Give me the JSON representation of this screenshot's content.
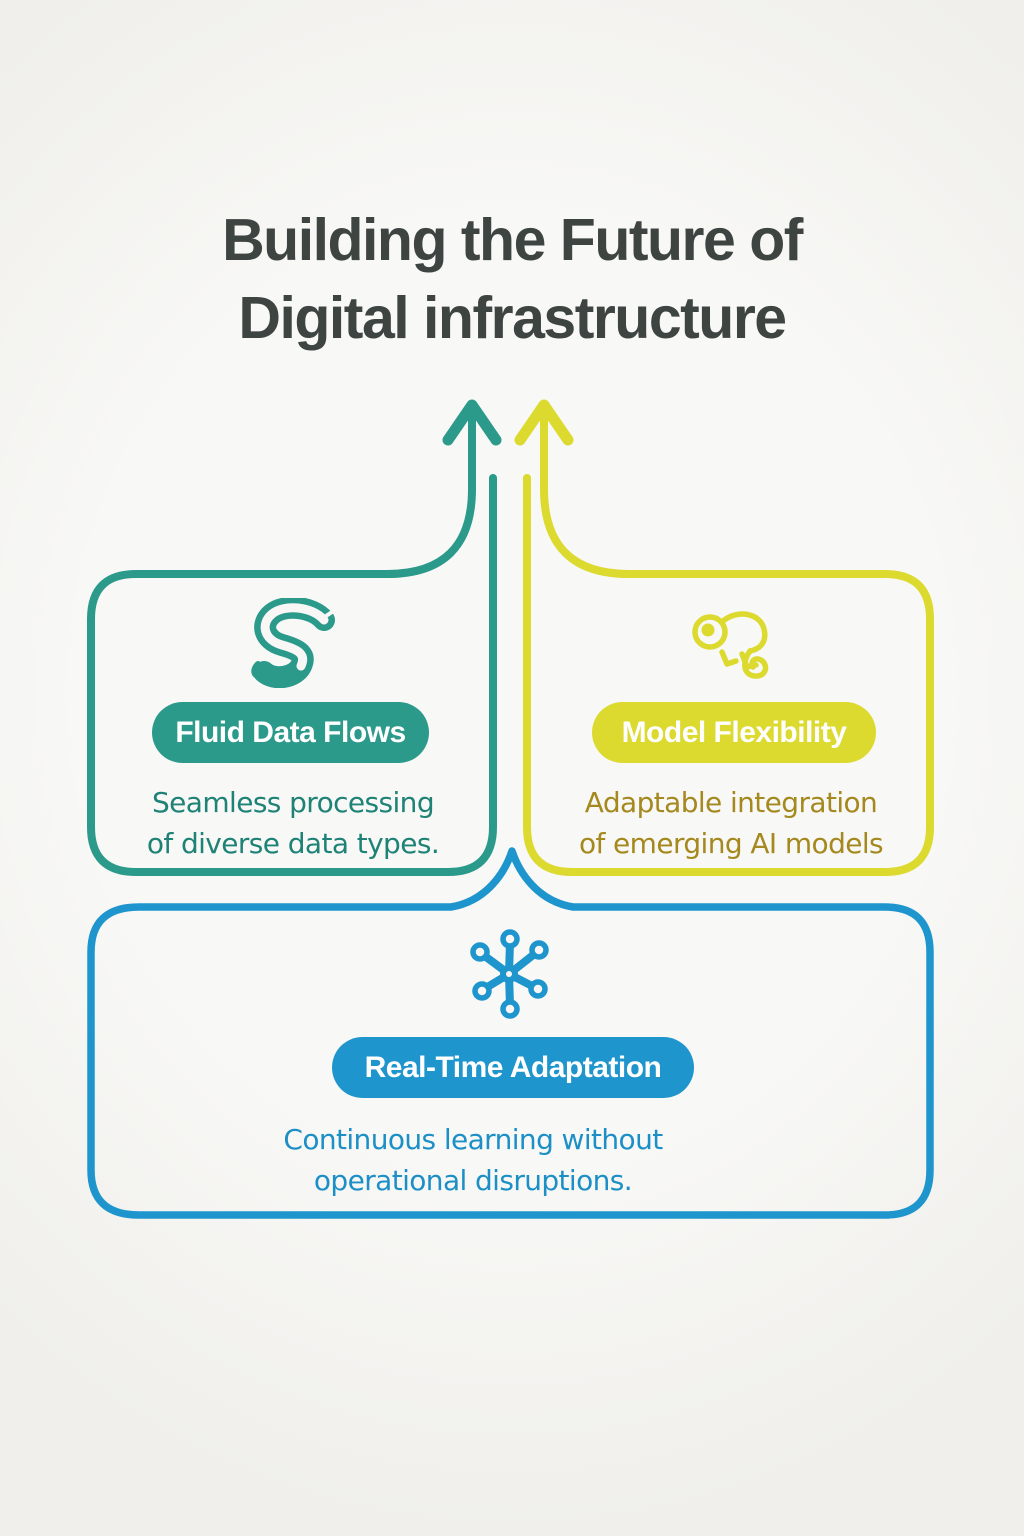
{
  "page": {
    "background_color": "#F7F6F3"
  },
  "title": {
    "line1": "Building the Future of",
    "line2": "Digital infrastructure",
    "color": "#3E4442"
  },
  "cards": [
    {
      "id": "fluid-data-flows",
      "icon": "eel-icon",
      "accent_color": "#2B9A8B",
      "text_color": "#1E8376",
      "label": "Fluid Data Flows",
      "description_line1": "Seamless processing",
      "description_line2": "of diverse data types."
    },
    {
      "id": "model-flexibility",
      "icon": "chameleon-icon",
      "accent_color": "#DCD92F",
      "text_color": "#A5891F",
      "label": "Model Flexibility",
      "description_line1": "Adaptable integration",
      "description_line2": "of emerging AI models"
    },
    {
      "id": "real-time-adaptation",
      "icon": "network-icon",
      "accent_color": "#1E95CD",
      "text_color": "#1D8FC7",
      "label": "Real-Time Adaptation",
      "description_line1": "Continuous learning without",
      "description_line2": "operational disruptions."
    }
  ],
  "arrows": [
    {
      "id": "teal-up-arrow",
      "color": "#2B9A8B"
    },
    {
      "id": "yellow-up-arrow",
      "color": "#DCD92F"
    }
  ]
}
